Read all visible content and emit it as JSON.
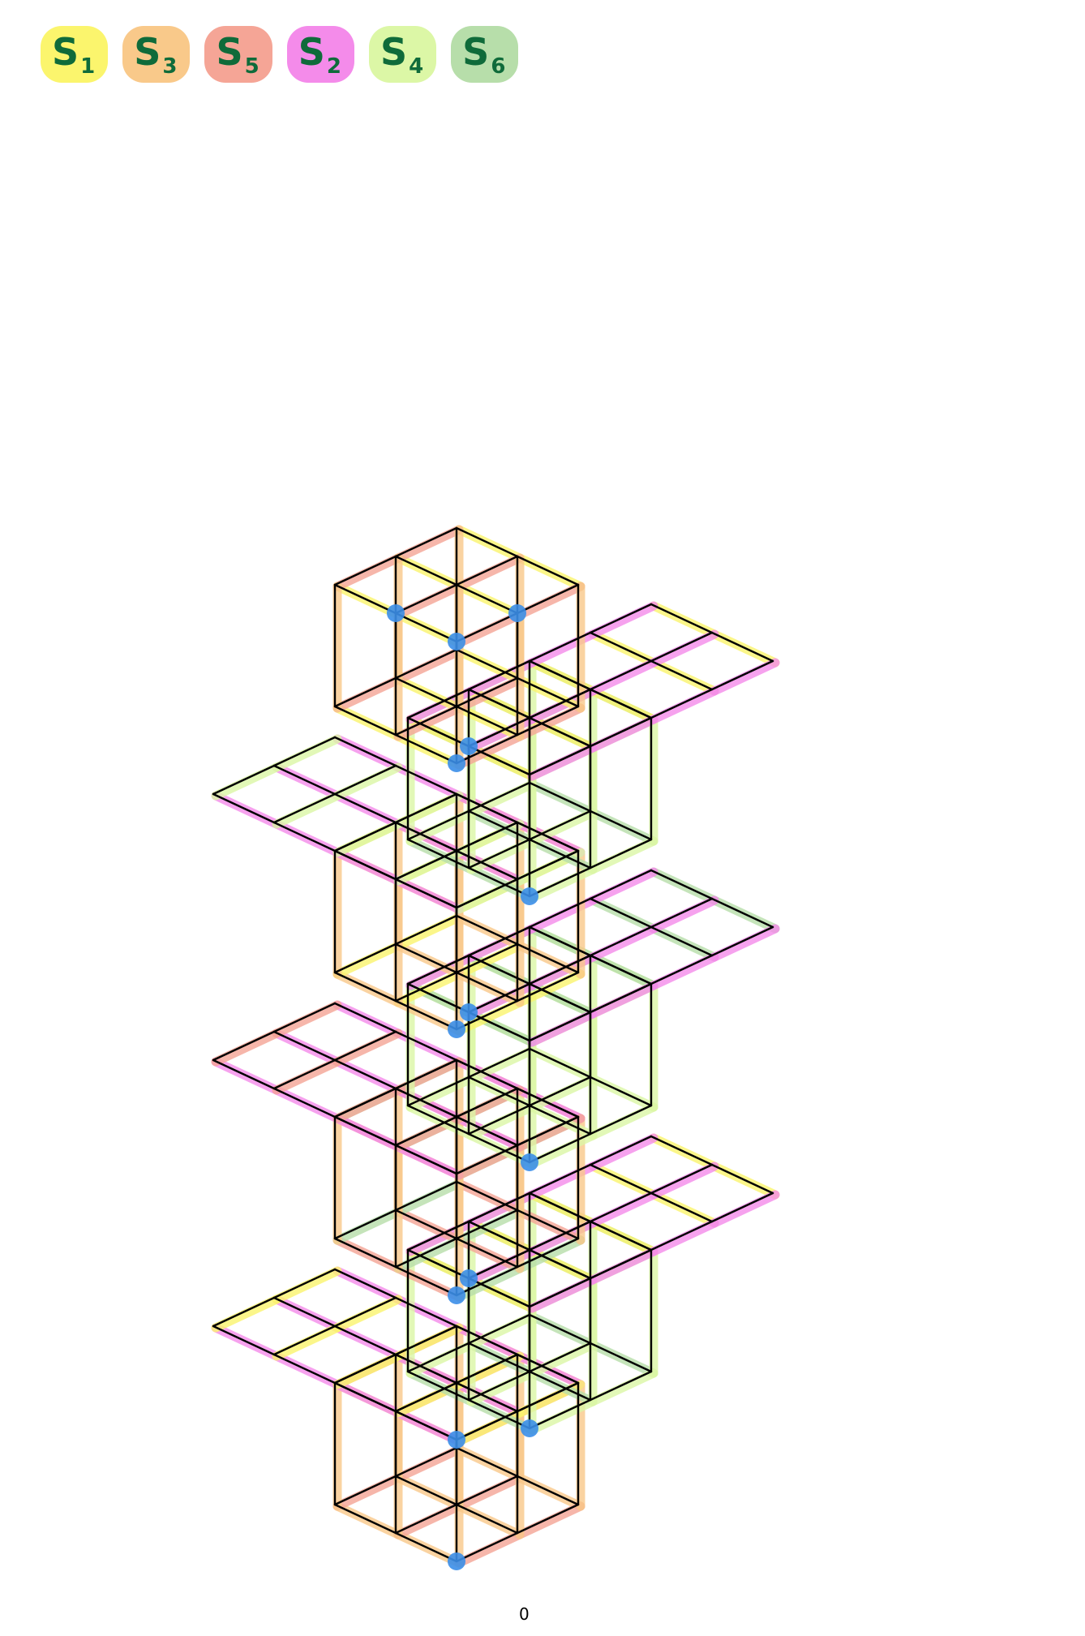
{
  "legend": [
    {
      "label": "S",
      "sub": "1",
      "color": "#fbf56d"
    },
    {
      "label": "S",
      "sub": "3",
      "color": "#f9c98a"
    },
    {
      "label": "S",
      "sub": "5",
      "color": "#f5a596"
    },
    {
      "label": "S",
      "sub": "2",
      "color": "#f48bea"
    },
    {
      "label": "S",
      "sub": "4",
      "color": "#dcf7a6"
    },
    {
      "label": "S",
      "sub": "6",
      "color": "#b7deaa"
    }
  ],
  "origin_label": "0",
  "colors": {
    "edge": "#000000",
    "vertex": "#3b8ee8"
  }
}
